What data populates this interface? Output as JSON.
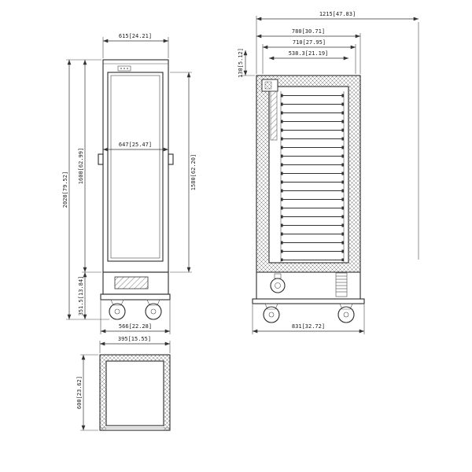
{
  "drawing": {
    "front": {
      "width_top": "615[24.21]",
      "overall_height": "2020[79.52]",
      "body_height": "1600[62.99]",
      "door_width": "647[25.47]",
      "door_height": "1580[62.20]",
      "base_height": "351.5[13.84]",
      "width_bottom": "566[22.28]"
    },
    "side": {
      "depth_door_open": "1215[47.83]",
      "overall_depth": "780[30.71]",
      "body_depth": "710[27.95]",
      "interior_depth": "538.3[21.19]",
      "top_section_height": "130[5.12]",
      "base_depth": "831[32.72]"
    },
    "top": {
      "width": "395[15.55]",
      "depth": "600[23.62]"
    }
  }
}
